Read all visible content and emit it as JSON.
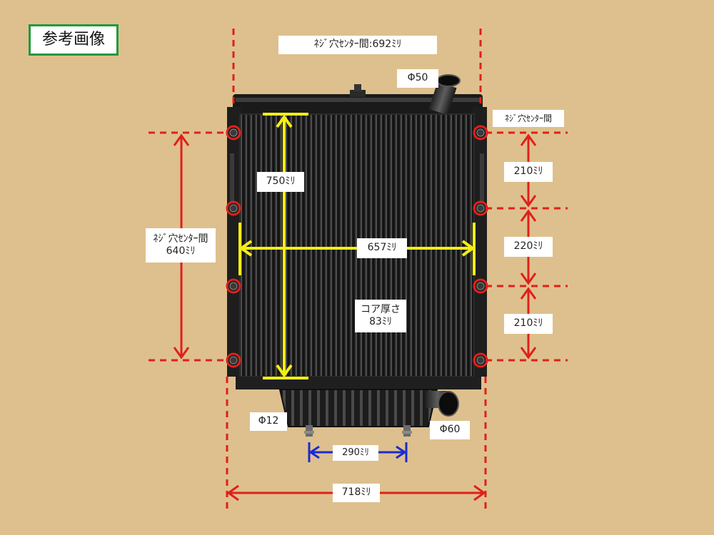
{
  "title": "参考画像",
  "dimensions": {
    "top_hole_pitch": "ﾈｼﾞ穴ｾﾝﾀｰ間:692ﾐﾘ",
    "right_hole_label": "ﾈｼﾞ穴ｾﾝﾀｰ間",
    "left_hole_label": "ﾈｼﾞ穴ｾﾝﾀｰ間",
    "left_hole_value": "640ﾐﾘ",
    "core_height": "750ﾐﾘ",
    "core_width": "657ﾐﾘ",
    "core_thickness_label": "コア厚さ",
    "core_thickness_value": "83ﾐﾘ",
    "right_spacing_1": "210ﾐﾘ",
    "right_spacing_2": "220ﾐﾘ",
    "right_spacing_3": "210ﾐﾘ",
    "upper_pipe": "Φ50",
    "lower_pipe": "Φ60",
    "drain_pipe": "Φ12",
    "drain_pitch": "290ﾐﾘ",
    "overall_width": "718ﾐﾘ"
  },
  "colors": {
    "background": "#dec08e",
    "frame_border": "#1e9a3c",
    "hole_guides": "#e0201a",
    "core_guides": "#f3ee12",
    "drain_guides": "#1a2bd0",
    "radiator": "#151515"
  }
}
